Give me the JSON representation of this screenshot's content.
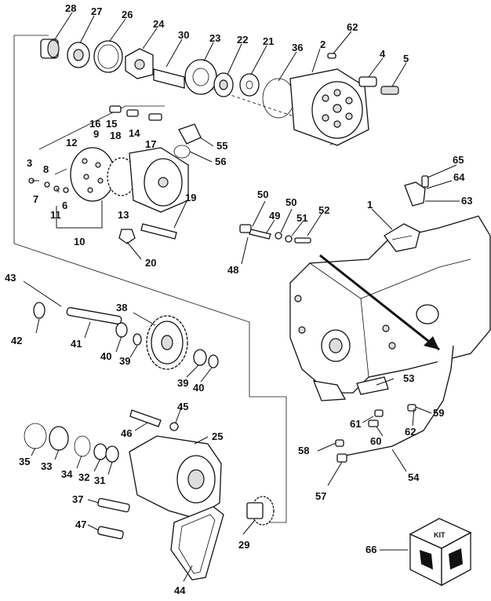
{
  "callouts": [
    {
      "id": "c28",
      "label": "28"
    },
    {
      "id": "c27",
      "label": "27"
    },
    {
      "id": "c26",
      "label": "26"
    },
    {
      "id": "c24",
      "label": "24"
    },
    {
      "id": "c30",
      "label": "30"
    },
    {
      "id": "c23",
      "label": "23"
    },
    {
      "id": "c22",
      "label": "22"
    },
    {
      "id": "c21",
      "label": "21"
    },
    {
      "id": "c36",
      "label": "36"
    },
    {
      "id": "c2",
      "label": "2"
    },
    {
      "id": "c62a",
      "label": "62"
    },
    {
      "id": "c4",
      "label": "4"
    },
    {
      "id": "c5",
      "label": "5"
    },
    {
      "id": "c16",
      "label": "16"
    },
    {
      "id": "c15",
      "label": "15"
    },
    {
      "id": "c18",
      "label": "18"
    },
    {
      "id": "c14",
      "label": "14"
    },
    {
      "id": "c55",
      "label": "55"
    },
    {
      "id": "c12",
      "label": "12"
    },
    {
      "id": "c9",
      "label": "9"
    },
    {
      "id": "c17",
      "label": "17"
    },
    {
      "id": "c56",
      "label": "56"
    },
    {
      "id": "c3",
      "label": "3"
    },
    {
      "id": "c8",
      "label": "8"
    },
    {
      "id": "c7",
      "label": "7"
    },
    {
      "id": "c6",
      "label": "6"
    },
    {
      "id": "c11",
      "label": "11"
    },
    {
      "id": "c13",
      "label": "13"
    },
    {
      "id": "c19",
      "label": "19"
    },
    {
      "id": "c10",
      "label": "10"
    },
    {
      "id": "c20",
      "label": "20"
    },
    {
      "id": "c50a",
      "label": "50"
    },
    {
      "id": "c49",
      "label": "49"
    },
    {
      "id": "c50b",
      "label": "50"
    },
    {
      "id": "c51",
      "label": "51"
    },
    {
      "id": "c52",
      "label": "52"
    },
    {
      "id": "c48",
      "label": "48"
    },
    {
      "id": "c65",
      "label": "65"
    },
    {
      "id": "c64",
      "label": "64"
    },
    {
      "id": "c63",
      "label": "63"
    },
    {
      "id": "c1",
      "label": "1"
    },
    {
      "id": "c43",
      "label": "43"
    },
    {
      "id": "c42",
      "label": "42"
    },
    {
      "id": "c41",
      "label": "41"
    },
    {
      "id": "c38",
      "label": "38"
    },
    {
      "id": "c40a",
      "label": "40"
    },
    {
      "id": "c39a",
      "label": "39"
    },
    {
      "id": "c39b",
      "label": "39"
    },
    {
      "id": "c40b",
      "label": "40"
    },
    {
      "id": "c53",
      "label": "53"
    },
    {
      "id": "c59",
      "label": "59"
    },
    {
      "id": "c61",
      "label": "61"
    },
    {
      "id": "c62b",
      "label": "62"
    },
    {
      "id": "c60",
      "label": "60"
    },
    {
      "id": "c58",
      "label": "58"
    },
    {
      "id": "c54",
      "label": "54"
    },
    {
      "id": "c57",
      "label": "57"
    },
    {
      "id": "c45",
      "label": "45"
    },
    {
      "id": "c46",
      "label": "46"
    },
    {
      "id": "c25",
      "label": "25"
    },
    {
      "id": "c35",
      "label": "35"
    },
    {
      "id": "c33",
      "label": "33"
    },
    {
      "id": "c34",
      "label": "34"
    },
    {
      "id": "c32",
      "label": "32"
    },
    {
      "id": "c31",
      "label": "31"
    },
    {
      "id": "c37",
      "label": "37"
    },
    {
      "id": "c47",
      "label": "47"
    },
    {
      "id": "c29",
      "label": "29"
    },
    {
      "id": "c44",
      "label": "44"
    },
    {
      "id": "c66",
      "label": "66"
    }
  ],
  "kit": {
    "title": "KIT"
  }
}
